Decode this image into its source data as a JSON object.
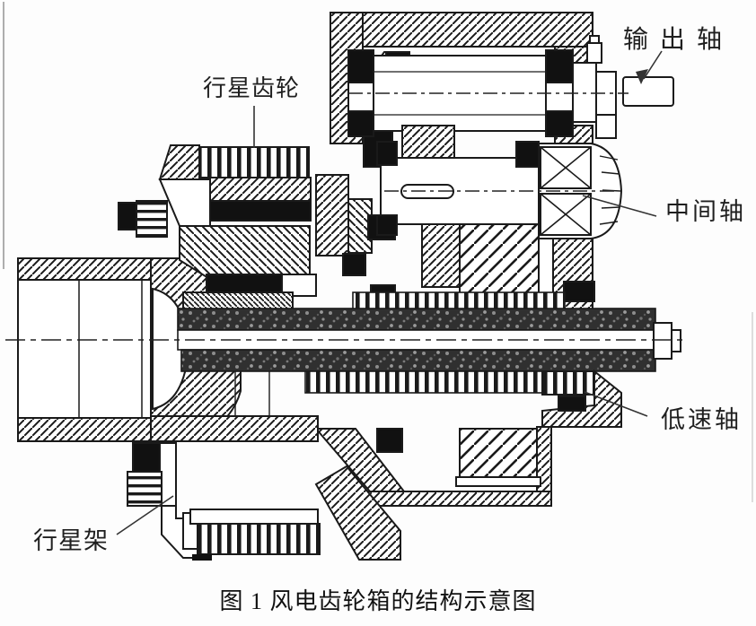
{
  "figure": {
    "caption": "图 1 风电齿轮箱的结构示意图"
  },
  "labels": {
    "output_shaft": "输出轴",
    "planet_gear": "行星齿轮",
    "intermediate_shaft": "中间轴",
    "low_speed_shaft": "低速轴",
    "planet_carrier": "行星架"
  },
  "colors": {
    "ink": "#1a1a1a",
    "paper": "#fdfdfd",
    "seal_black": "#111111",
    "shaft_dark": "#303030"
  }
}
